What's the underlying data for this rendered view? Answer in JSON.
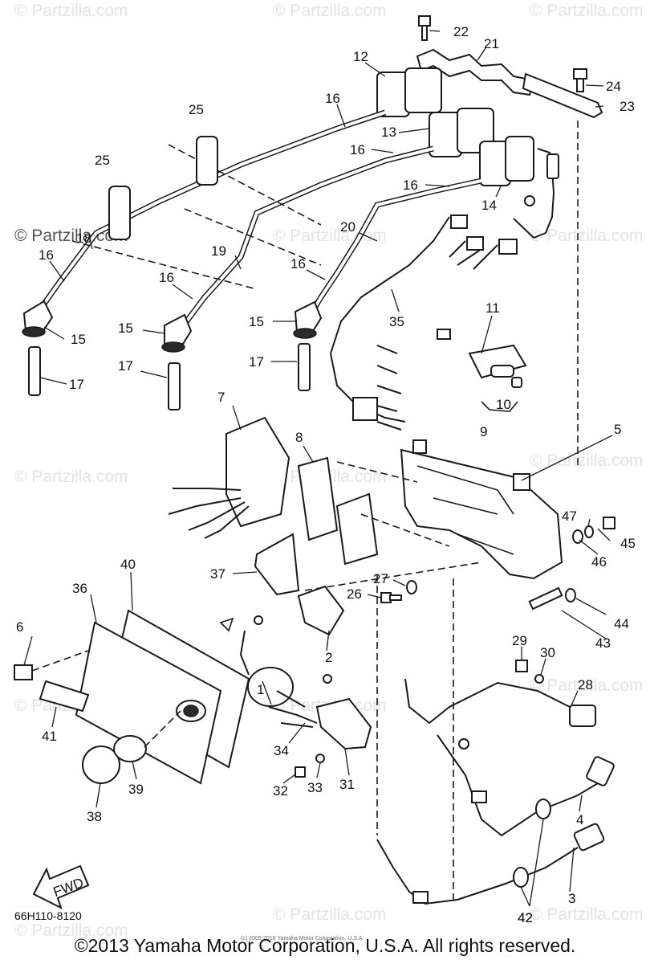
{
  "diagram": {
    "code": "66H110-8120",
    "direction_label": "FWD",
    "copyright": "©2013 Yamaha Motor Corporation, U.S.A. All rights reserved.",
    "small_copyright": "(c) 2005-2016 Yamaha Motor Corporation, U.S.A.",
    "watermark": "© Partzilla.com",
    "callouts": [
      "1",
      "2",
      "3",
      "4",
      "5",
      "6",
      "7",
      "8",
      "9",
      "10",
      "11",
      "12",
      "13",
      "14",
      "15",
      "15",
      "15",
      "16",
      "16",
      "16",
      "16",
      "16",
      "16",
      "17",
      "17",
      "17",
      "18",
      "19",
      "20",
      "21",
      "22",
      "23",
      "24",
      "25",
      "25",
      "26",
      "27",
      "28",
      "29",
      "30",
      "31",
      "32",
      "33",
      "34",
      "35",
      "36",
      "37",
      "38",
      "39",
      "40",
      "41",
      "42",
      "42",
      "43",
      "44",
      "45",
      "46",
      "47"
    ]
  }
}
